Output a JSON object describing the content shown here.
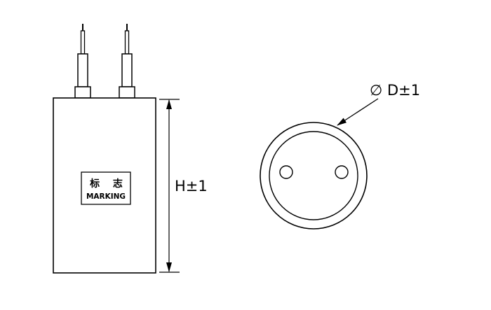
{
  "page": {
    "background_color": "#ffffff",
    "line_color": "#000000"
  },
  "front_view": {
    "marking_cn": "标 志",
    "marking_en": "MARKING",
    "height_label": "H±1"
  },
  "top_view": {
    "diameter_label": "∅ D±1"
  }
}
